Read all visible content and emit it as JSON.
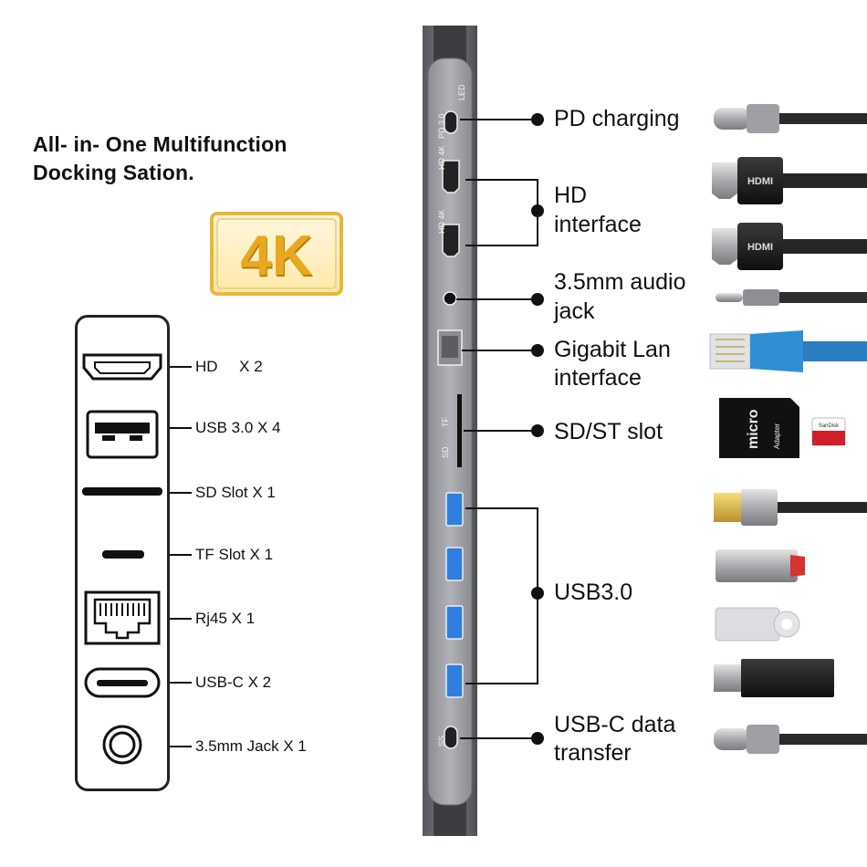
{
  "headline": [
    "All- in- One Multifunction",
    "Docking Sation."
  ],
  "badge": "4K",
  "legend": [
    {
      "label": "HD     X 2",
      "icon": "hdmi-port-icon"
    },
    {
      "label": "USB 3.0 X 4",
      "icon": "usb-a-port-icon"
    },
    {
      "label": "SD Slot X 1",
      "icon": "sd-slot-icon"
    },
    {
      "label": "TF Slot X 1",
      "icon": "tf-slot-icon"
    },
    {
      "label": "Rj45 X 1",
      "icon": "rj45-port-icon"
    },
    {
      "label": "USB-C X 2",
      "icon": "usb-c-port-icon"
    },
    {
      "label": "3.5mm Jack X 1",
      "icon": "audio-jack-icon"
    }
  ],
  "hub_labels": {
    "led": "LED",
    "pd": "PD 3.0",
    "hd4k": "HD 4K",
    "tf": "TF",
    "sd": "SD",
    "ss": "SS"
  },
  "callouts": {
    "pd": "PD charging",
    "hd_line1": "HD",
    "hd_line2": "interface",
    "audio_line1": "3.5mm audio",
    "audio_line2": "jack",
    "lan_line1": "Gigabit Lan",
    "lan_line2": "interface",
    "sd": "SD/ST slot",
    "usb3": "USB3.0",
    "usbc_line1": "USB-C data",
    "usbc_line2": "transfer"
  },
  "cable_labels": {
    "hdmi": "HDMI",
    "micro_sd": "micro",
    "sd_adapter": "Adapter",
    "sd_card": "SanDisk"
  },
  "colors": {
    "hub_body": "#6b6d72",
    "hub_face": "#9a9ca2",
    "usb_blue": "#2f7fe0",
    "lan_cable": "#2f8fd6",
    "badge_gold": "#e8a81f",
    "cable_black": "#1e1e1e"
  }
}
